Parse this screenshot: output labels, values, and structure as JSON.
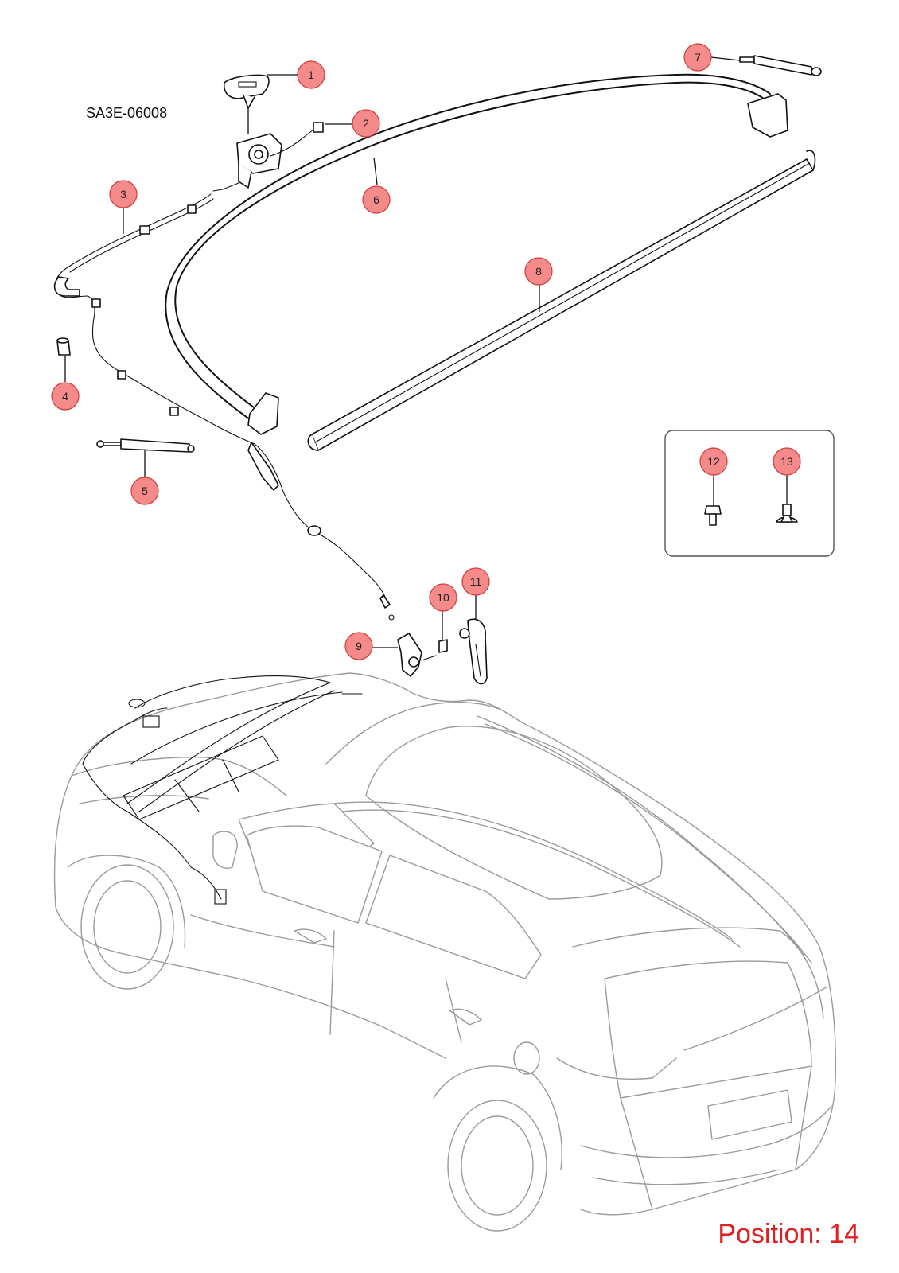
{
  "drawing_code": "SA3E-06008",
  "position_label": "Position: 14",
  "callouts": [
    {
      "label": "1",
      "part": "hood-release-handle-bracket"
    },
    {
      "label": "2",
      "part": "hood-latch-assembly"
    },
    {
      "label": "3",
      "part": "hood-release-cable"
    },
    {
      "label": "4",
      "part": "hood-bumper-stop"
    },
    {
      "label": "5",
      "part": "hood-gas-strut-left"
    },
    {
      "label": "6",
      "part": "hood-front-seal-strip"
    },
    {
      "label": "7",
      "part": "hood-gas-strut-right"
    },
    {
      "label": "8",
      "part": "hood-rear-seal-strip"
    },
    {
      "label": "9",
      "part": "release-lever-base"
    },
    {
      "label": "10",
      "part": "lever-clip"
    },
    {
      "label": "11",
      "part": "release-lever-handle"
    },
    {
      "label": "12",
      "part": "bolt"
    },
    {
      "label": "13",
      "part": "push-clip"
    }
  ],
  "colors": {
    "callout_fill": "#f58a8a",
    "callout_stroke": "#d23b3b",
    "position_text": "#e02020",
    "car_line": "#9a9a9a"
  }
}
